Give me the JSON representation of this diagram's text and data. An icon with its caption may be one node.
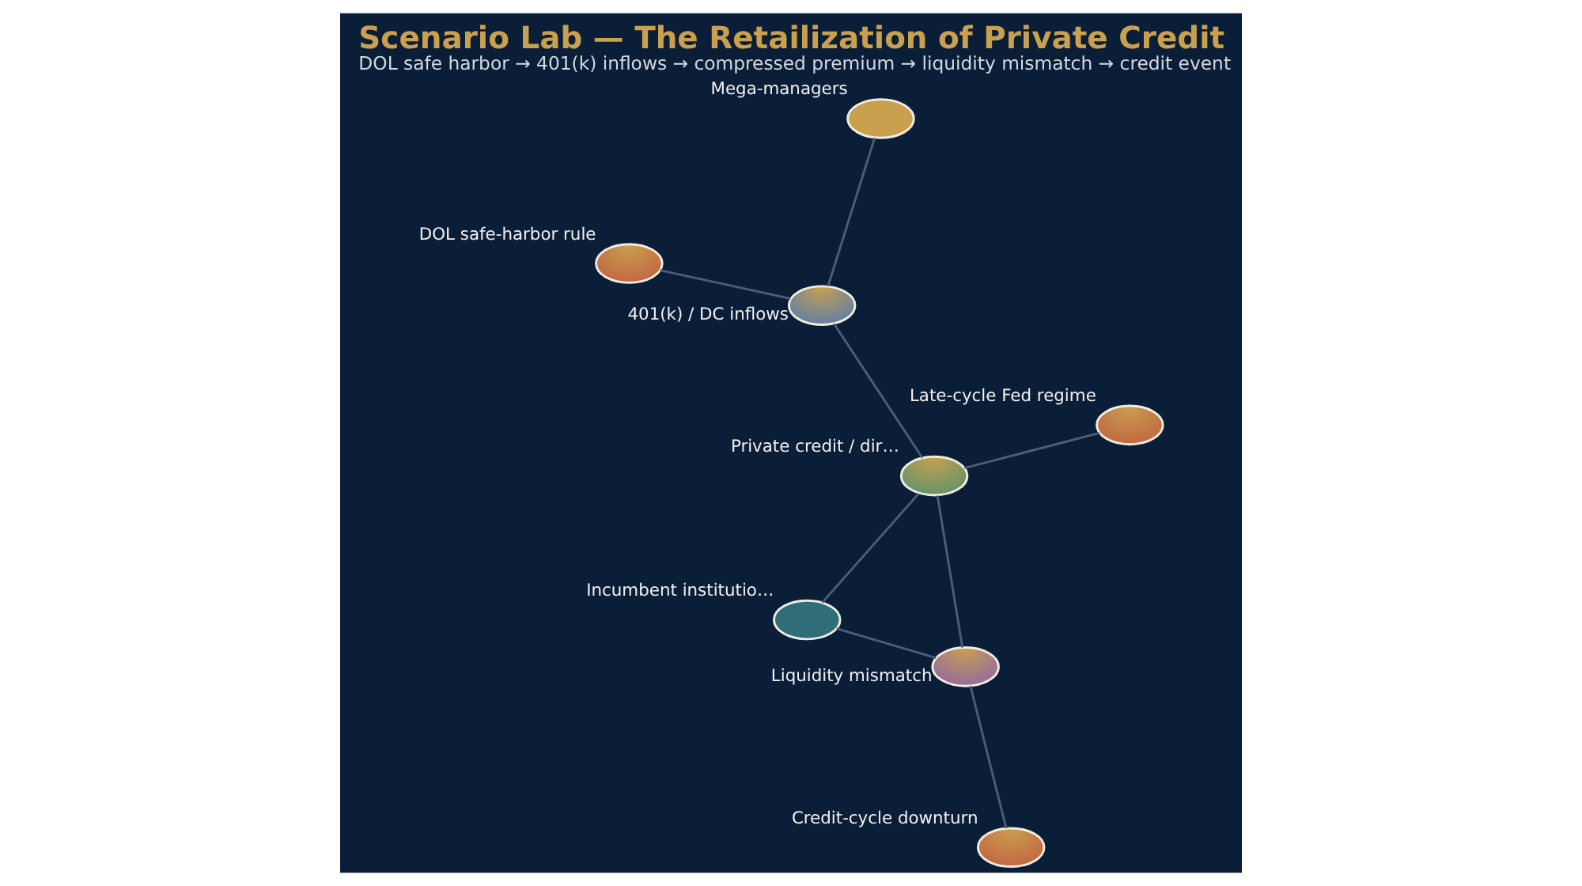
{
  "diagram": {
    "title": "Scenario Lab — The Retailization of Private Credit",
    "caption": "DOL safe harbor → 401(k) inflows → compressed premium → liquidity mismatch → credit event",
    "nodes": [
      {
        "text": [
          "DOL safe-harbor rule"
        ]
      },
      {
        "text": [
          "401(k) / DC inflows"
        ]
      },
      {
        "text": [
          "Credit-cycle downturn"
        ]
      },
      {
        "text": [
          "Mega-managers"
        ]
      },
      {
        "text": [
          "Late-cycle Fed regime"
        ]
      },
      {
        "text": [
          "Private credit / dir…"
        ]
      },
      {
        "text": [
          "Incumbent institutio…"
        ]
      },
      {
        "text": [
          "Liquidity mismatch"
        ]
      }
    ],
    "edges": [
      {
        "from": 0,
        "to": 1,
        "arrow": "none"
      },
      {
        "from": 1,
        "to": 3,
        "arrow": "none"
      },
      {
        "from": 1,
        "to": 5,
        "arrow": "none"
      },
      {
        "from": 2,
        "to": 7,
        "arrow": "none"
      },
      {
        "from": 4,
        "to": 5,
        "arrow": "none"
      },
      {
        "from": 5,
        "to": 6,
        "arrow": "none"
      },
      {
        "from": 5,
        "to": 7,
        "arrow": "none"
      },
      {
        "from": 7,
        "to": 6,
        "arrow": "none"
      }
    ]
  }
}
